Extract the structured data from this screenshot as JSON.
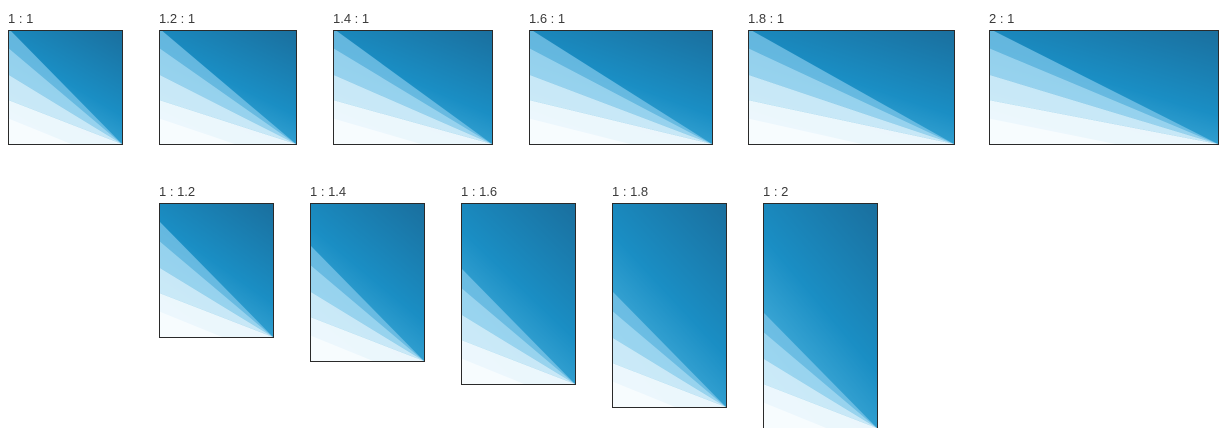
{
  "swatches": [
    {
      "label": "1 : 1"
    },
    {
      "label": "1.2 : 1"
    },
    {
      "label": "1.4 : 1"
    },
    {
      "label": "1.6 : 1"
    },
    {
      "label": "1.8 : 1"
    },
    {
      "label": "2 : 1"
    },
    {
      "label": "1 : 1.2"
    },
    {
      "label": "1 : 1.4"
    },
    {
      "label": "1 : 1.6"
    },
    {
      "label": "1 : 1.8"
    },
    {
      "label": "1 : 2"
    }
  ],
  "colors": {
    "background_top": "#1a6f9e",
    "background_mid": "#1a8ec4",
    "background_bottom": "#4fb4de",
    "ray_light": "#a9dcf3",
    "ray_lighter": "#d8f0fb",
    "ray_lightest": "#f4fbfe",
    "ray_stripe": "#7ec6e8",
    "border": "#2a2a2a"
  }
}
